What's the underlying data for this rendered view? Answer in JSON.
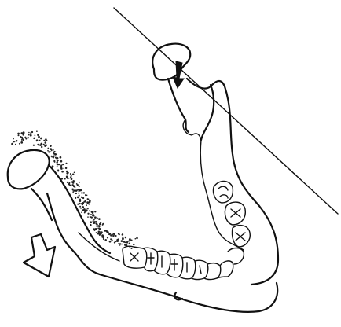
{
  "figure": {
    "ink_color": "#111111",
    "background_color": "#ffffff",
    "elements": [
      "reference-line",
      "right-condyle",
      "coronoid-process",
      "right-ramus",
      "mandible-body",
      "left-condyle",
      "left-ramus",
      "stippled-bone-region",
      "teeth-row",
      "displacement-arrow",
      "rotation-arrow",
      "chin-mark"
    ]
  }
}
